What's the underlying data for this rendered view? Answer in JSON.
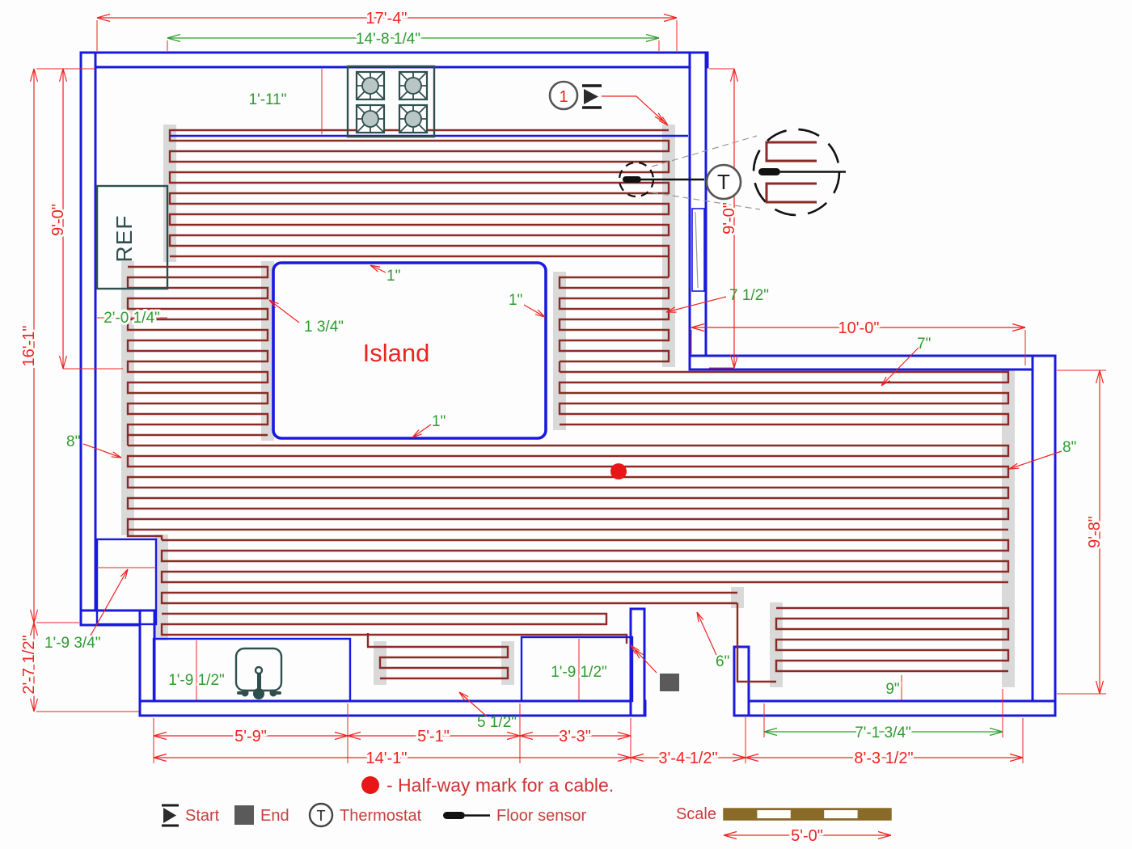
{
  "plan": {
    "island": "Island",
    "ref": "REF",
    "callout": "1",
    "thermostat": "T"
  },
  "dims_red": {
    "top": "17'-4\"",
    "nine_left": "9'-0\"",
    "overall_left": "16'-1\"",
    "bottom_left": "2'-7 1/2\"",
    "nine_right": "9'-0\"",
    "wing_top": "10'-0\"",
    "wing_right": "9'-8\"",
    "sink_run": "5'-9\"",
    "mid_run": "5'-1\"",
    "cab_run": "3'-3\"",
    "bottom_overall": "14'-1\"",
    "doorway": "3'-4 1/2\"",
    "wing_bottom": "8'-3 1/2\"",
    "scale_len": "5'-0\""
  },
  "dims_green": {
    "heated_width": "14'-8 1/4\"",
    "counter_depth": "1'-11\"",
    "ref_gap": "2'-0 1/4\"",
    "island_left": "1 3/4\"",
    "island_top": "1\"",
    "island_right": "1\"",
    "island_bottom": "1\"",
    "right_gap": "7 1/2\"",
    "wing_gap": "7\"",
    "spacing_left": "8\"",
    "spacing_right": "8\"",
    "closet": "1'-9 3/4\"",
    "sink_depth": "1'-9 1/2\"",
    "cab_depth": "1'-9 1/2\"",
    "recess": "5 1/2\"",
    "door_gap": "6\"",
    "wing_bottom_gap": "9\"",
    "wing_heated": "7'-1 3/4\""
  },
  "legend": {
    "halfway": "- Half-way mark for a cable.",
    "start": "Start",
    "end": "End",
    "thermostat": "Thermostat",
    "floor_sensor": "Floor sensor",
    "scale": "Scale"
  },
  "colors": {
    "wall": "#1a1ade",
    "cable": "#8c2a26",
    "dim_red": "#ec2420",
    "dim_green": "#2f9b2f",
    "crimson": "#c84040",
    "appliance": "#2f4f4f",
    "halfway_dot": "#e81616",
    "end_square": "#5a5a5a",
    "scale_bar": "#8a6a28",
    "turn_shade": "#cfcfcf"
  }
}
